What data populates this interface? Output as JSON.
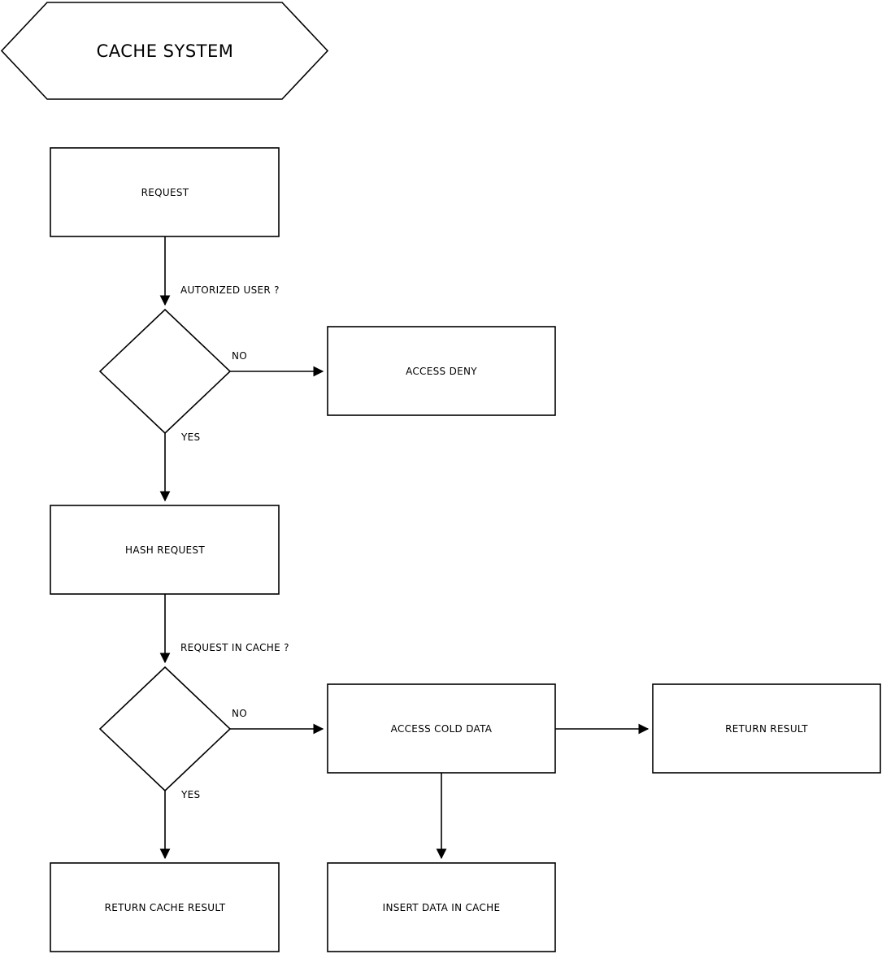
{
  "diagram": {
    "title": "CACHE SYSTEM",
    "nodes": {
      "request": {
        "label": "REQUEST"
      },
      "access_deny": {
        "label": "ACCESS DENY"
      },
      "hash_request": {
        "label": "HASH REQUEST"
      },
      "access_cold_data": {
        "label": "ACCESS COLD DATA"
      },
      "return_result": {
        "label": "RETURN RESULT"
      },
      "return_cache_result": {
        "label": "RETURN CACHE RESULT"
      },
      "insert_data_in_cache": {
        "label": "INSERT DATA IN CACHE"
      }
    },
    "decisions": {
      "authorized_user": {
        "question": "AUTORIZED USER ?",
        "yes": "YES",
        "no": "NO"
      },
      "request_in_cache": {
        "question": "REQUEST IN CACHE ?",
        "yes": "YES",
        "no": "NO"
      }
    },
    "edges": [
      {
        "from": "request",
        "to": "authorized_user_decision",
        "label": "AUTORIZED USER ?"
      },
      {
        "from": "authorized_user_decision",
        "to": "access_deny",
        "label": "NO"
      },
      {
        "from": "authorized_user_decision",
        "to": "hash_request",
        "label": "YES"
      },
      {
        "from": "hash_request",
        "to": "request_in_cache_decision",
        "label": "REQUEST IN CACHE ?"
      },
      {
        "from": "request_in_cache_decision",
        "to": "access_cold_data",
        "label": "NO"
      },
      {
        "from": "request_in_cache_decision",
        "to": "return_cache_result",
        "label": "YES"
      },
      {
        "from": "access_cold_data",
        "to": "return_result",
        "label": ""
      },
      {
        "from": "access_cold_data",
        "to": "insert_data_in_cache",
        "label": ""
      }
    ],
    "colors": {
      "line": "#000000",
      "shape_fill": "#ffffff",
      "background": "#ffffff"
    }
  }
}
